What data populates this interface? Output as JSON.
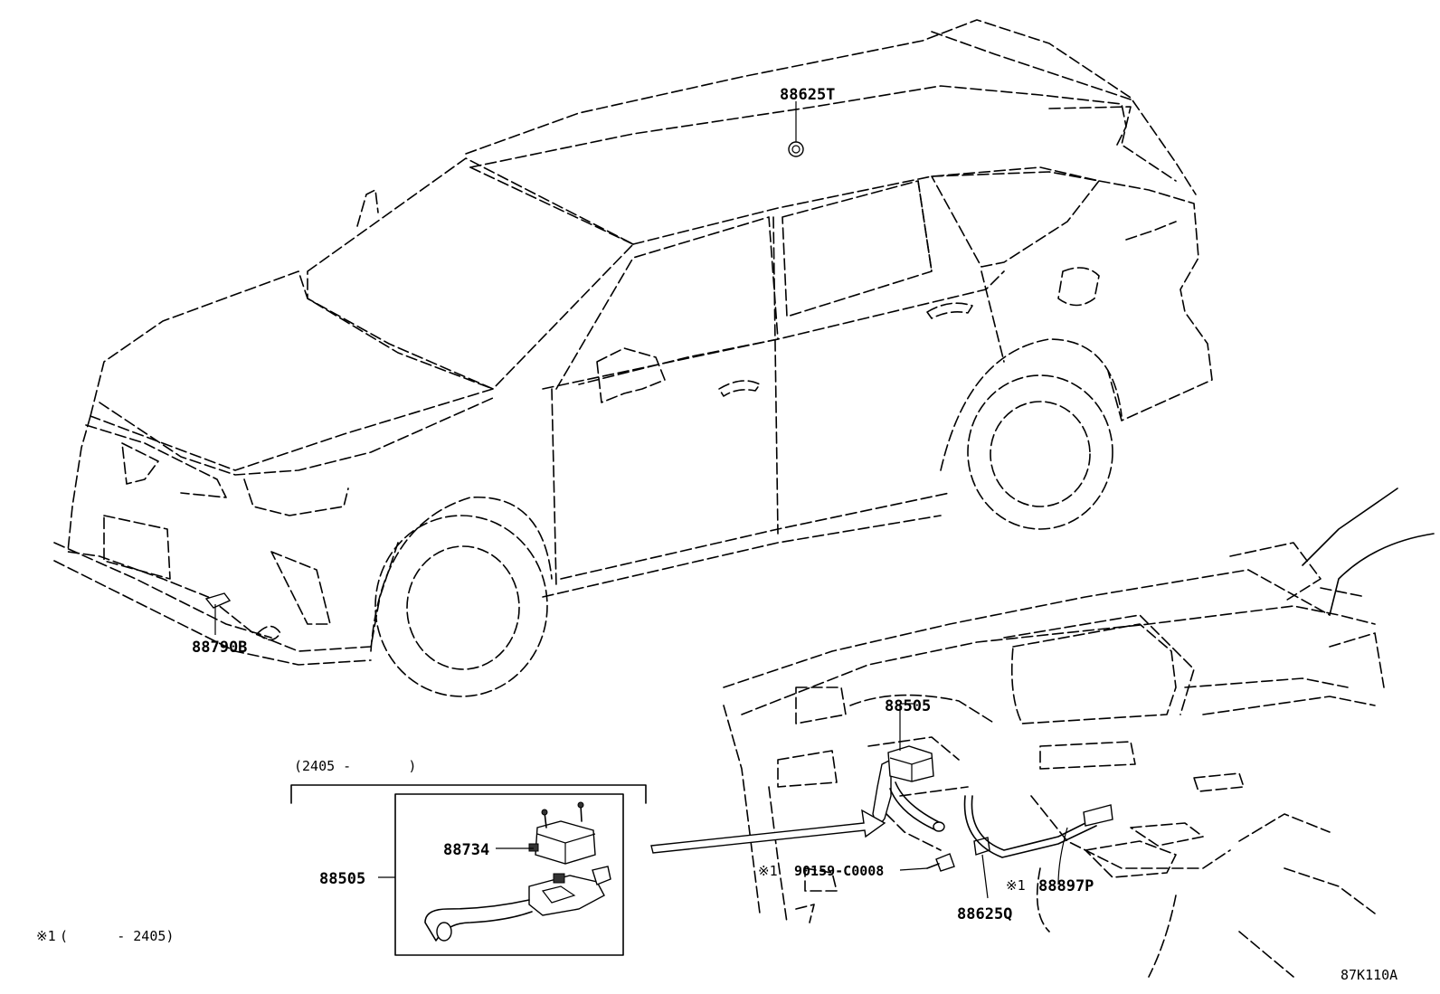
{
  "diagram_code": "87K110A",
  "labels": {
    "p88625T": "88625T",
    "p88790B": "88790B",
    "p88505_top": "88505",
    "p88505_box": "88505",
    "p88734": "88734",
    "p90159": "90159-C0008",
    "p88625Q": "88625Q",
    "p88897P": "88897P"
  },
  "markers": {
    "note_mark_90159": "※1",
    "note_mark_88897P": "※1"
  },
  "notes": {
    "date_range_box": "(2405 -       )",
    "footnote_mark": "※1",
    "footnote_text": "(      - 2405)"
  }
}
